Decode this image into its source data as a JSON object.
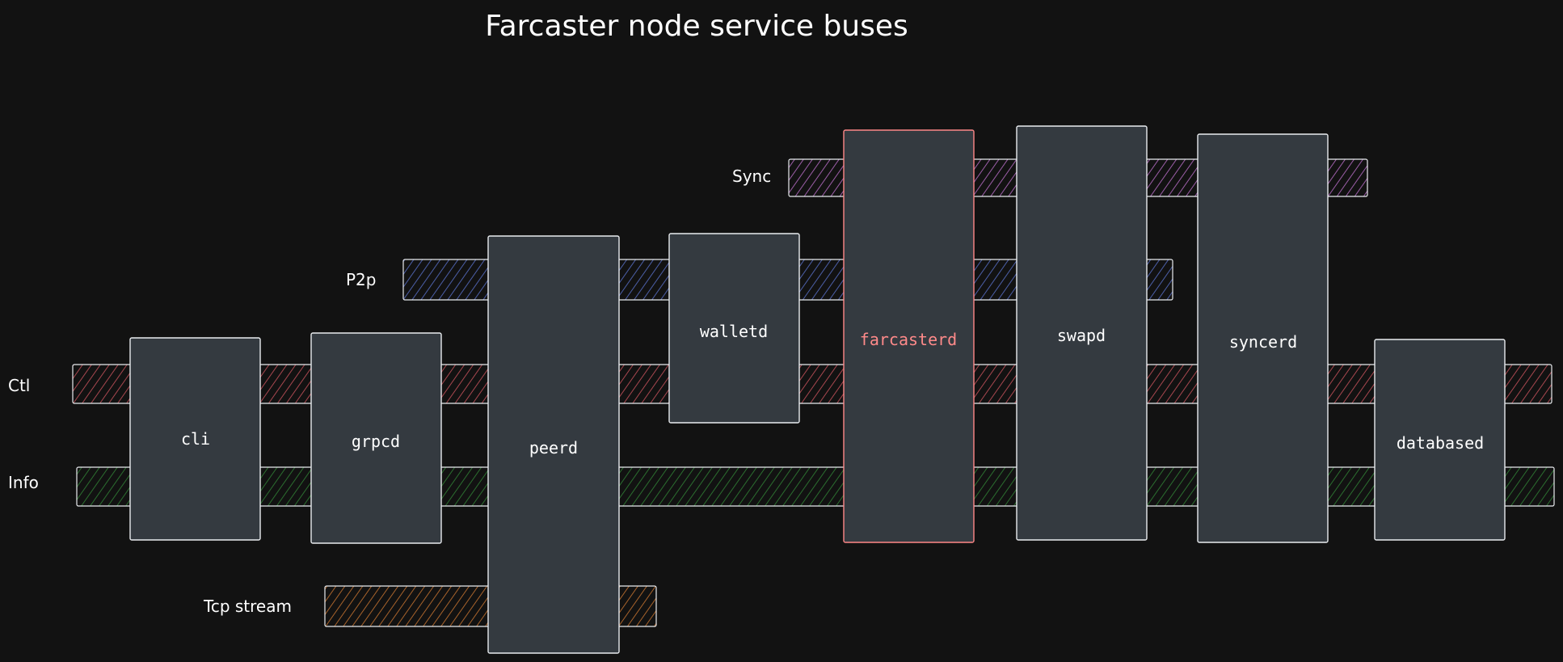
{
  "title": "Farcaster node service buses",
  "colors": {
    "background": "#121212",
    "box_fill": "#343a40",
    "box_stroke": "#e9ecef",
    "accent": "#ff8787",
    "sync": "#9c5ea8",
    "p2p": "#4c5fa8",
    "ctl": "#a8474f",
    "info": "#2b6e2f",
    "tcp": "#a8632b"
  },
  "buses": [
    {
      "id": "sync",
      "label": "Sync",
      "color_key": "sync"
    },
    {
      "id": "p2p",
      "label": "P2p",
      "color_key": "p2p"
    },
    {
      "id": "ctl",
      "label": "Ctl",
      "color_key": "ctl"
    },
    {
      "id": "info",
      "label": "Info",
      "color_key": "info"
    },
    {
      "id": "tcp",
      "label": "Tcp stream",
      "color_key": "tcp"
    }
  ],
  "services": [
    {
      "id": "cli",
      "label": "cli",
      "buses": [
        "ctl",
        "info"
      ],
      "highlight": false
    },
    {
      "id": "grpcd",
      "label": "grpcd",
      "buses": [
        "ctl",
        "info"
      ],
      "highlight": false
    },
    {
      "id": "peerd",
      "label": "peerd",
      "buses": [
        "p2p",
        "ctl",
        "info",
        "tcp"
      ],
      "highlight": false
    },
    {
      "id": "walletd",
      "label": "walletd",
      "buses": [
        "p2p",
        "ctl"
      ],
      "highlight": false
    },
    {
      "id": "farcasterd",
      "label": "farcasterd",
      "buses": [
        "sync",
        "p2p",
        "ctl",
        "info"
      ],
      "highlight": true
    },
    {
      "id": "swapd",
      "label": "swapd",
      "buses": [
        "sync",
        "p2p",
        "ctl",
        "info"
      ],
      "highlight": false
    },
    {
      "id": "syncerd",
      "label": "syncerd",
      "buses": [
        "sync",
        "ctl",
        "info"
      ],
      "highlight": false
    },
    {
      "id": "databased",
      "label": "databased",
      "buses": [
        "ctl",
        "info"
      ],
      "highlight": false
    }
  ]
}
